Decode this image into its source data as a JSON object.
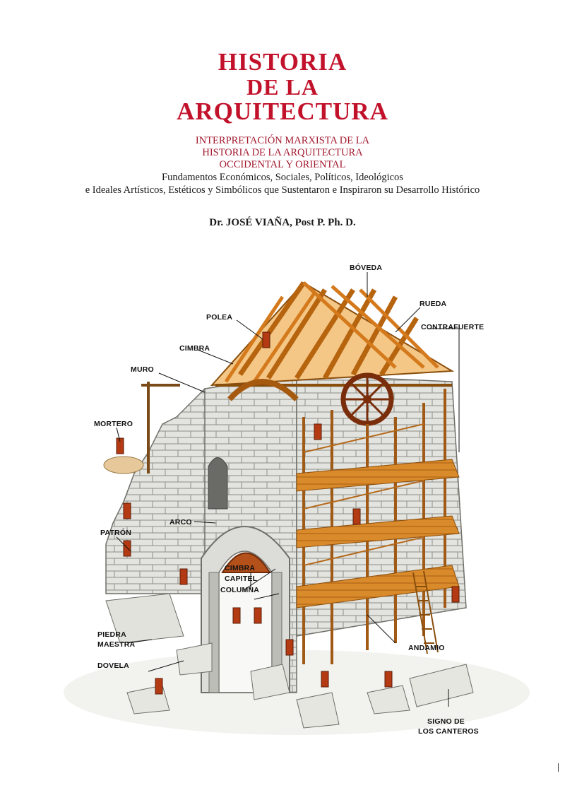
{
  "cover": {
    "title_line1": "HISTORIA",
    "title_line2": "DE LA",
    "title_line3": "ARQUITECTURA",
    "subtitle_line1": "INTERPRETACIÓN MARXISTA DE LA",
    "subtitle_line2": "HISTORIA DE LA ARQUITECTURA",
    "subtitle_line3": "OCCIDENTAL Y ORIENTAL",
    "description_line1": "Fundamentos Económicos, Sociales, Políticos, Ideológicos",
    "description_line2": "e Ideales Artísticos, Estéticos y Simbólicos que Sustentaron e Inspiraron su Desarrollo Histórico",
    "author": "Dr. JOSÉ VIAÑA, Post P. Ph. D.",
    "title_color": "#c2122b"
  },
  "illustration": {
    "labels": {
      "boveda": "BÓVEDA",
      "rueda": "RUEDA",
      "contrafuerte": "CONTRAFUERTE",
      "polea": "POLEA",
      "cimbra": "CIMBRA",
      "muro": "MURO",
      "mortero": "MORTERO",
      "patron": "PATRÓN",
      "arco": "ARCO",
      "cimbra2": "CIMBRA",
      "capitel": "CAPITEL",
      "columna": "COLUMNA",
      "piedra": "PIEDRA",
      "maestra": "MAESTRA",
      "dovela": "DOVELA",
      "andamio": "ANDAMIO",
      "signo1": "SIGNO DE",
      "signo2": "LOS CANTEROS"
    }
  }
}
